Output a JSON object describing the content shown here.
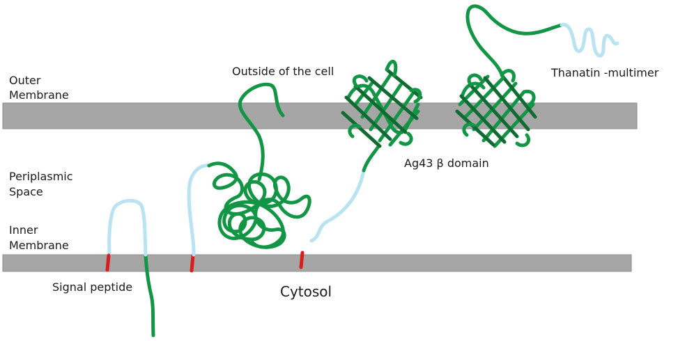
{
  "labels": {
    "outer_membrane_line1": "Outer",
    "outer_membrane_line2": "Membrane",
    "periplasmic_line1": "Periplasmic",
    "periplasmic_line2": "Space",
    "inner_membrane_line1": "Inner",
    "inner_membrane_line2": "Membrane",
    "outside_cell": "Outside of the cell",
    "ag43_domain": "Ag43 β domain",
    "thanatin": "Thanatin -multimer",
    "signal_peptide": "Signal peptide",
    "cytosol": "Cytosol"
  },
  "colors": {
    "membrane": "#a6a6a6",
    "protein_green": "#129545",
    "protein_dark_green": "#0f6b31",
    "linker_light_blue": "#b9e3f0",
    "signal_red": "#d81e1e"
  }
}
